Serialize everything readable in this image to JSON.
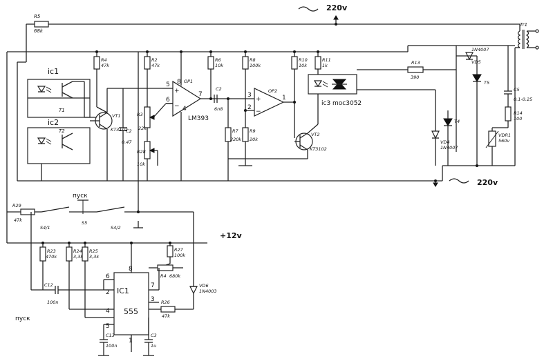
{
  "mains": {
    "top": "220v",
    "bottom": "220v",
    "supply": "+12v"
  },
  "components": {
    "r5": {
      "ref": "R5",
      "value": "68k"
    },
    "r4": {
      "ref": "R4",
      "value": "47k"
    },
    "r2": {
      "ref": "R2",
      "value": "47k"
    },
    "r3": {
      "ref": "R3",
      "value": "22k"
    },
    "r28": {
      "ref": "R28",
      "value": "10k"
    },
    "r6": {
      "ref": "R6",
      "value": "10k"
    },
    "r8": {
      "ref": "R8",
      "value": "100k"
    },
    "r7": {
      "ref": "R7",
      "value": "220k"
    },
    "r9": {
      "ref": "R9",
      "value": "20k"
    },
    "r10": {
      "ref": "R10",
      "value": "10k"
    },
    "r11": {
      "ref": "R11",
      "value": "1k"
    },
    "r13": {
      "ref": "R13",
      "value": "390"
    },
    "r14": {
      "ref": "R14",
      "value": "100"
    },
    "r29": {
      "ref": "R29",
      "value": "47k"
    },
    "r23": {
      "ref": "R23",
      "value": "470k"
    },
    "r24": {
      "ref": "R24",
      "value": "3,3k"
    },
    "r25": {
      "ref": "R25",
      "value": "3,3k"
    },
    "r27": {
      "ref": "R27",
      "value": "100k"
    },
    "r4b": {
      "ref": "R4",
      "value": "680k"
    },
    "r26": {
      "ref": "R26",
      "value": "47k"
    },
    "c2": {
      "ref": "C2",
      "value": "6n8"
    },
    "c2b": {
      "ref": "C2",
      "value": "0.47"
    },
    "c5": {
      "ref": "C5",
      "value": "0.1-0.25"
    },
    "c12": {
      "ref": "C12",
      "value": "100n"
    },
    "c13": {
      "ref": "C13",
      "value": "100n"
    },
    "c3": {
      "ref": "C3",
      "value": "1u"
    },
    "vt1": {
      "ref": "VT1",
      "value": "KT3102"
    },
    "vt2": {
      "ref": "VT2",
      "value": "KT3102"
    },
    "op1": {
      "ref": "OP1"
    },
    "op2": {
      "ref": "OP2"
    },
    "lm393": "LM393",
    "ic1": "ic1",
    "ic2": "ic2",
    "t1": "T1",
    "t2": "T2",
    "ic3": "ic3 moc3052",
    "tr1": "Tr1",
    "vd5": {
      "ref": "VD5",
      "value": "1N4007"
    },
    "vd4": {
      "ref": "VD4",
      "value": "1N4007"
    },
    "vd6": {
      "ref": "VD6",
      "value": "1N4003"
    },
    "t4": "T4",
    "t5": "T5",
    "vdr1": {
      "ref": "VDR1",
      "value": "560v"
    },
    "s5": "S5",
    "s41": "S4/1",
    "s42": "S4/2",
    "pusk_top": "пуск",
    "pusk_left": "пуск",
    "ic555": {
      "ref": "IC1",
      "name": "555",
      "pins": [
        "1",
        "2",
        "3",
        "4",
        "5",
        "6",
        "7",
        "8"
      ]
    },
    "op1_pins": [
      "5",
      "6",
      "8",
      "7",
      "4"
    ],
    "op2_pins": [
      "3",
      "2",
      "1"
    ]
  }
}
